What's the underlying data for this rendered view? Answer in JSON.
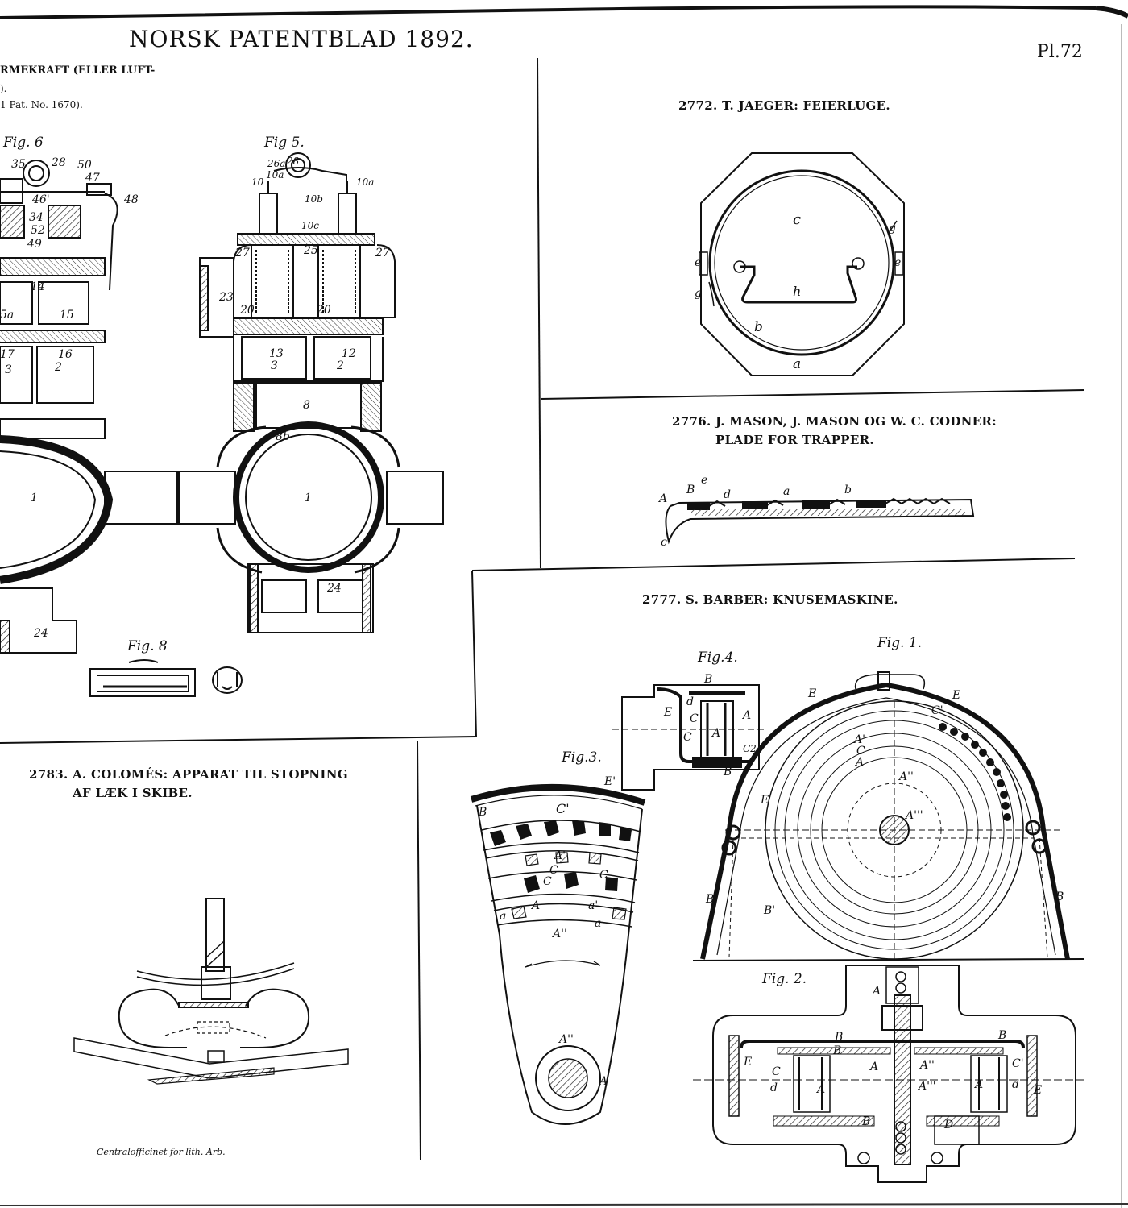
{
  "header": {
    "title": "NORSK PATENTBLAD 1892.",
    "plate_no": "Pl.72"
  },
  "left_panel": {
    "caption_line1": "RMEKRAFT (ELLER LUFT-",
    "caption_line2": ").",
    "caption_line3": "1 Pat. No. 1670).",
    "fig6": "Fig. 6",
    "fig5": "Fig 5.",
    "fig8": "Fig. 8",
    "labels_fig6": [
      "35",
      "28",
      "50",
      "47",
      "46'",
      "48",
      "34",
      "52",
      "49",
      "14",
      "5a",
      "15",
      "17",
      "16",
      "3",
      "2",
      "1",
      "24"
    ],
    "labels_fig5": [
      "26a",
      "28",
      "10a",
      "10",
      "10b",
      "10c",
      "10a",
      "25",
      "27",
      "27",
      "23",
      "20",
      "20",
      "13",
      "12",
      "3",
      "2",
      "8",
      "8b",
      "1",
      "24"
    ]
  },
  "patent_2772": {
    "caption": "2772. T. JAEGER: FEIERLUGE.",
    "labels": [
      "c",
      "g",
      "e",
      "e",
      "g",
      "h",
      "b",
      "a"
    ]
  },
  "patent_2776": {
    "caption_line1": "2776. J. MASON, J. MASON OG W. C. CODNER:",
    "caption_line2": "PLADE FOR TRAPPER.",
    "labels": [
      "A",
      "B",
      "e",
      "d",
      "a",
      "b",
      "c"
    ]
  },
  "patent_2777": {
    "caption": "2777. S. BARBER: KNUSEMASKINE.",
    "fig1": "Fig. 1.",
    "fig2": "Fig. 2.",
    "fig3": "Fig.3.",
    "fig4": "Fig.4.",
    "labels_fig1": [
      "E",
      "E",
      "C'",
      "A'",
      "C",
      "A",
      "A''",
      "A'''",
      "E",
      "B",
      "B'",
      "B"
    ],
    "labels_fig2": [
      "A",
      "B",
      "B",
      "B",
      "E",
      "E",
      "C",
      "d",
      "A",
      "A",
      "A''",
      "A'''",
      "A",
      "C'",
      "d",
      "B",
      "D"
    ],
    "labels_fig3": [
      "E'",
      "B",
      "C'",
      "A'",
      "C",
      "C",
      "C",
      "a",
      "A",
      "a'",
      "a",
      "A''",
      "A''",
      "A"
    ],
    "labels_fig4": [
      "B",
      "d",
      "C",
      "C",
      "A",
      "A",
      "E",
      "C2",
      "B"
    ]
  },
  "patent_2783": {
    "caption_line1": "2783. A. COLOMÉS: APPARAT TIL STOPNING",
    "caption_line2": "AF LÆK I SKIBE."
  },
  "footer": {
    "credit": "Centralofficinet for lith. Arb."
  }
}
